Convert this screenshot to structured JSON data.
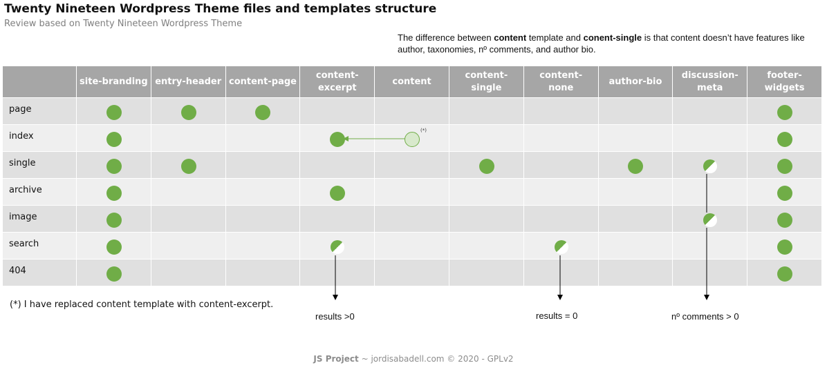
{
  "title": "Twenty Nineteen Wordpress Theme files and templates structure",
  "subtitle": "Review based on Twenty Nineteen Wordpress Theme",
  "note": {
    "p1": "The difference between ",
    "b1": "content",
    "p2": " template and ",
    "b2": "conent-single",
    "p3": " is that content doesn’t have features like author, taxonomies, nº comments, and author bio."
  },
  "columns": [
    "site-branding",
    "entry-header",
    "content-page",
    "content-\nexcerpt",
    "content",
    "content-\nsingle",
    "content-\nnone",
    "author-bio",
    "discussion-\nmeta",
    "footer-\nwidgets"
  ],
  "rows": [
    "page",
    "index",
    "single",
    "archive",
    "image",
    "search",
    "404"
  ],
  "marks": {
    "page": [
      "full",
      "full",
      "full",
      "",
      "",
      "",
      "",
      "",
      "",
      "full"
    ],
    "index": [
      "full",
      "",
      "",
      "full",
      "outline",
      "",
      "",
      "",
      "",
      "full"
    ],
    "single": [
      "full",
      "full",
      "",
      "",
      "",
      "full",
      "",
      "full",
      "half",
      "full"
    ],
    "archive": [
      "full",
      "",
      "",
      "full",
      "",
      "",
      "",
      "",
      "",
      "full"
    ],
    "image": [
      "full",
      "",
      "",
      "",
      "",
      "",
      "",
      "",
      "half",
      "full"
    ],
    "search": [
      "full",
      "",
      "",
      "half",
      "",
      "",
      "half",
      "",
      "",
      "full"
    ],
    "404": [
      "full",
      "",
      "",
      "",
      "",
      "",
      "",
      "",
      "",
      "full"
    ]
  },
  "replaced_marker": "(*)",
  "footnote": "(*) I have replaced content template with content-excerpt.",
  "captions": {
    "excerpt": "results >0",
    "none": "results = 0",
    "comments": "nº comments > 0"
  },
  "footer": {
    "brand": "JS Project",
    "rest": " ~ jordisabadell.com © 2020 - GPLv2"
  },
  "colors": {
    "header_bg": "#a6a6a6",
    "row_dark": "#e0e0e0",
    "row_light": "#efefef",
    "dot": "#70ad47",
    "dot_outline_fill": "#d8e9cc"
  }
}
